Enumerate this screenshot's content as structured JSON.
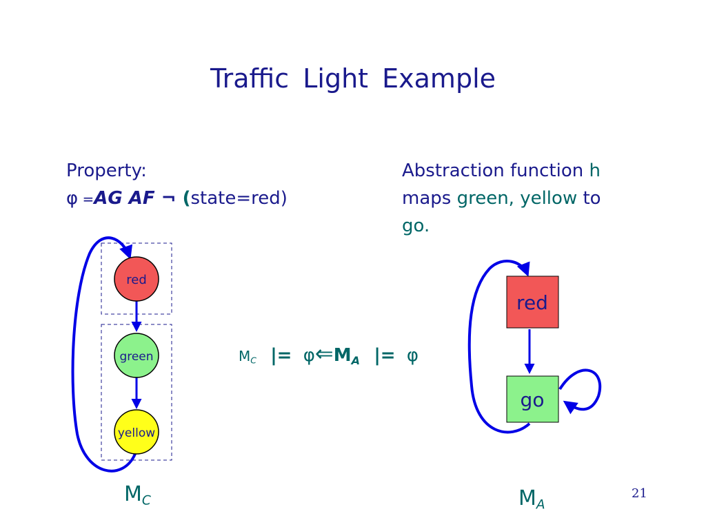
{
  "title": "Traffic Light Example",
  "property": {
    "heading": "Property:",
    "phi": "φ",
    "eq": " =",
    "ag_af": "AG AF",
    "neg": " ¬ ",
    "open": "(",
    "rest": "state=red)"
  },
  "abstraction": {
    "line1_text": "Abstraction function ",
    "line1_h": "h",
    "maps": "maps ",
    "green_yellow": "green, yellow",
    "to": " to",
    "go": "go."
  },
  "relation": {
    "mc_base": "M",
    "mc_sub": "C",
    "models1": "|=",
    "phi1": "φ",
    "implied_by": "⇐",
    "ma_base": "M",
    "ma_sub": "A",
    "models2": "|=",
    "phi2": "φ"
  },
  "concrete_model": {
    "states": [
      "red",
      "green",
      "yellow"
    ],
    "state_colors": [
      "#f25757",
      "#8cf28c",
      "#ffff1a"
    ],
    "label_base": "M",
    "label_sub": "C"
  },
  "abstract_model": {
    "states": [
      "red",
      "go"
    ],
    "state_colors": [
      "#f25757",
      "#8cf28c"
    ],
    "label_base": "M",
    "label_sub": "A"
  },
  "colors": {
    "edge": "#0000e6",
    "text": "#1a1a8c",
    "teal": "#006666"
  },
  "page_number": "21"
}
